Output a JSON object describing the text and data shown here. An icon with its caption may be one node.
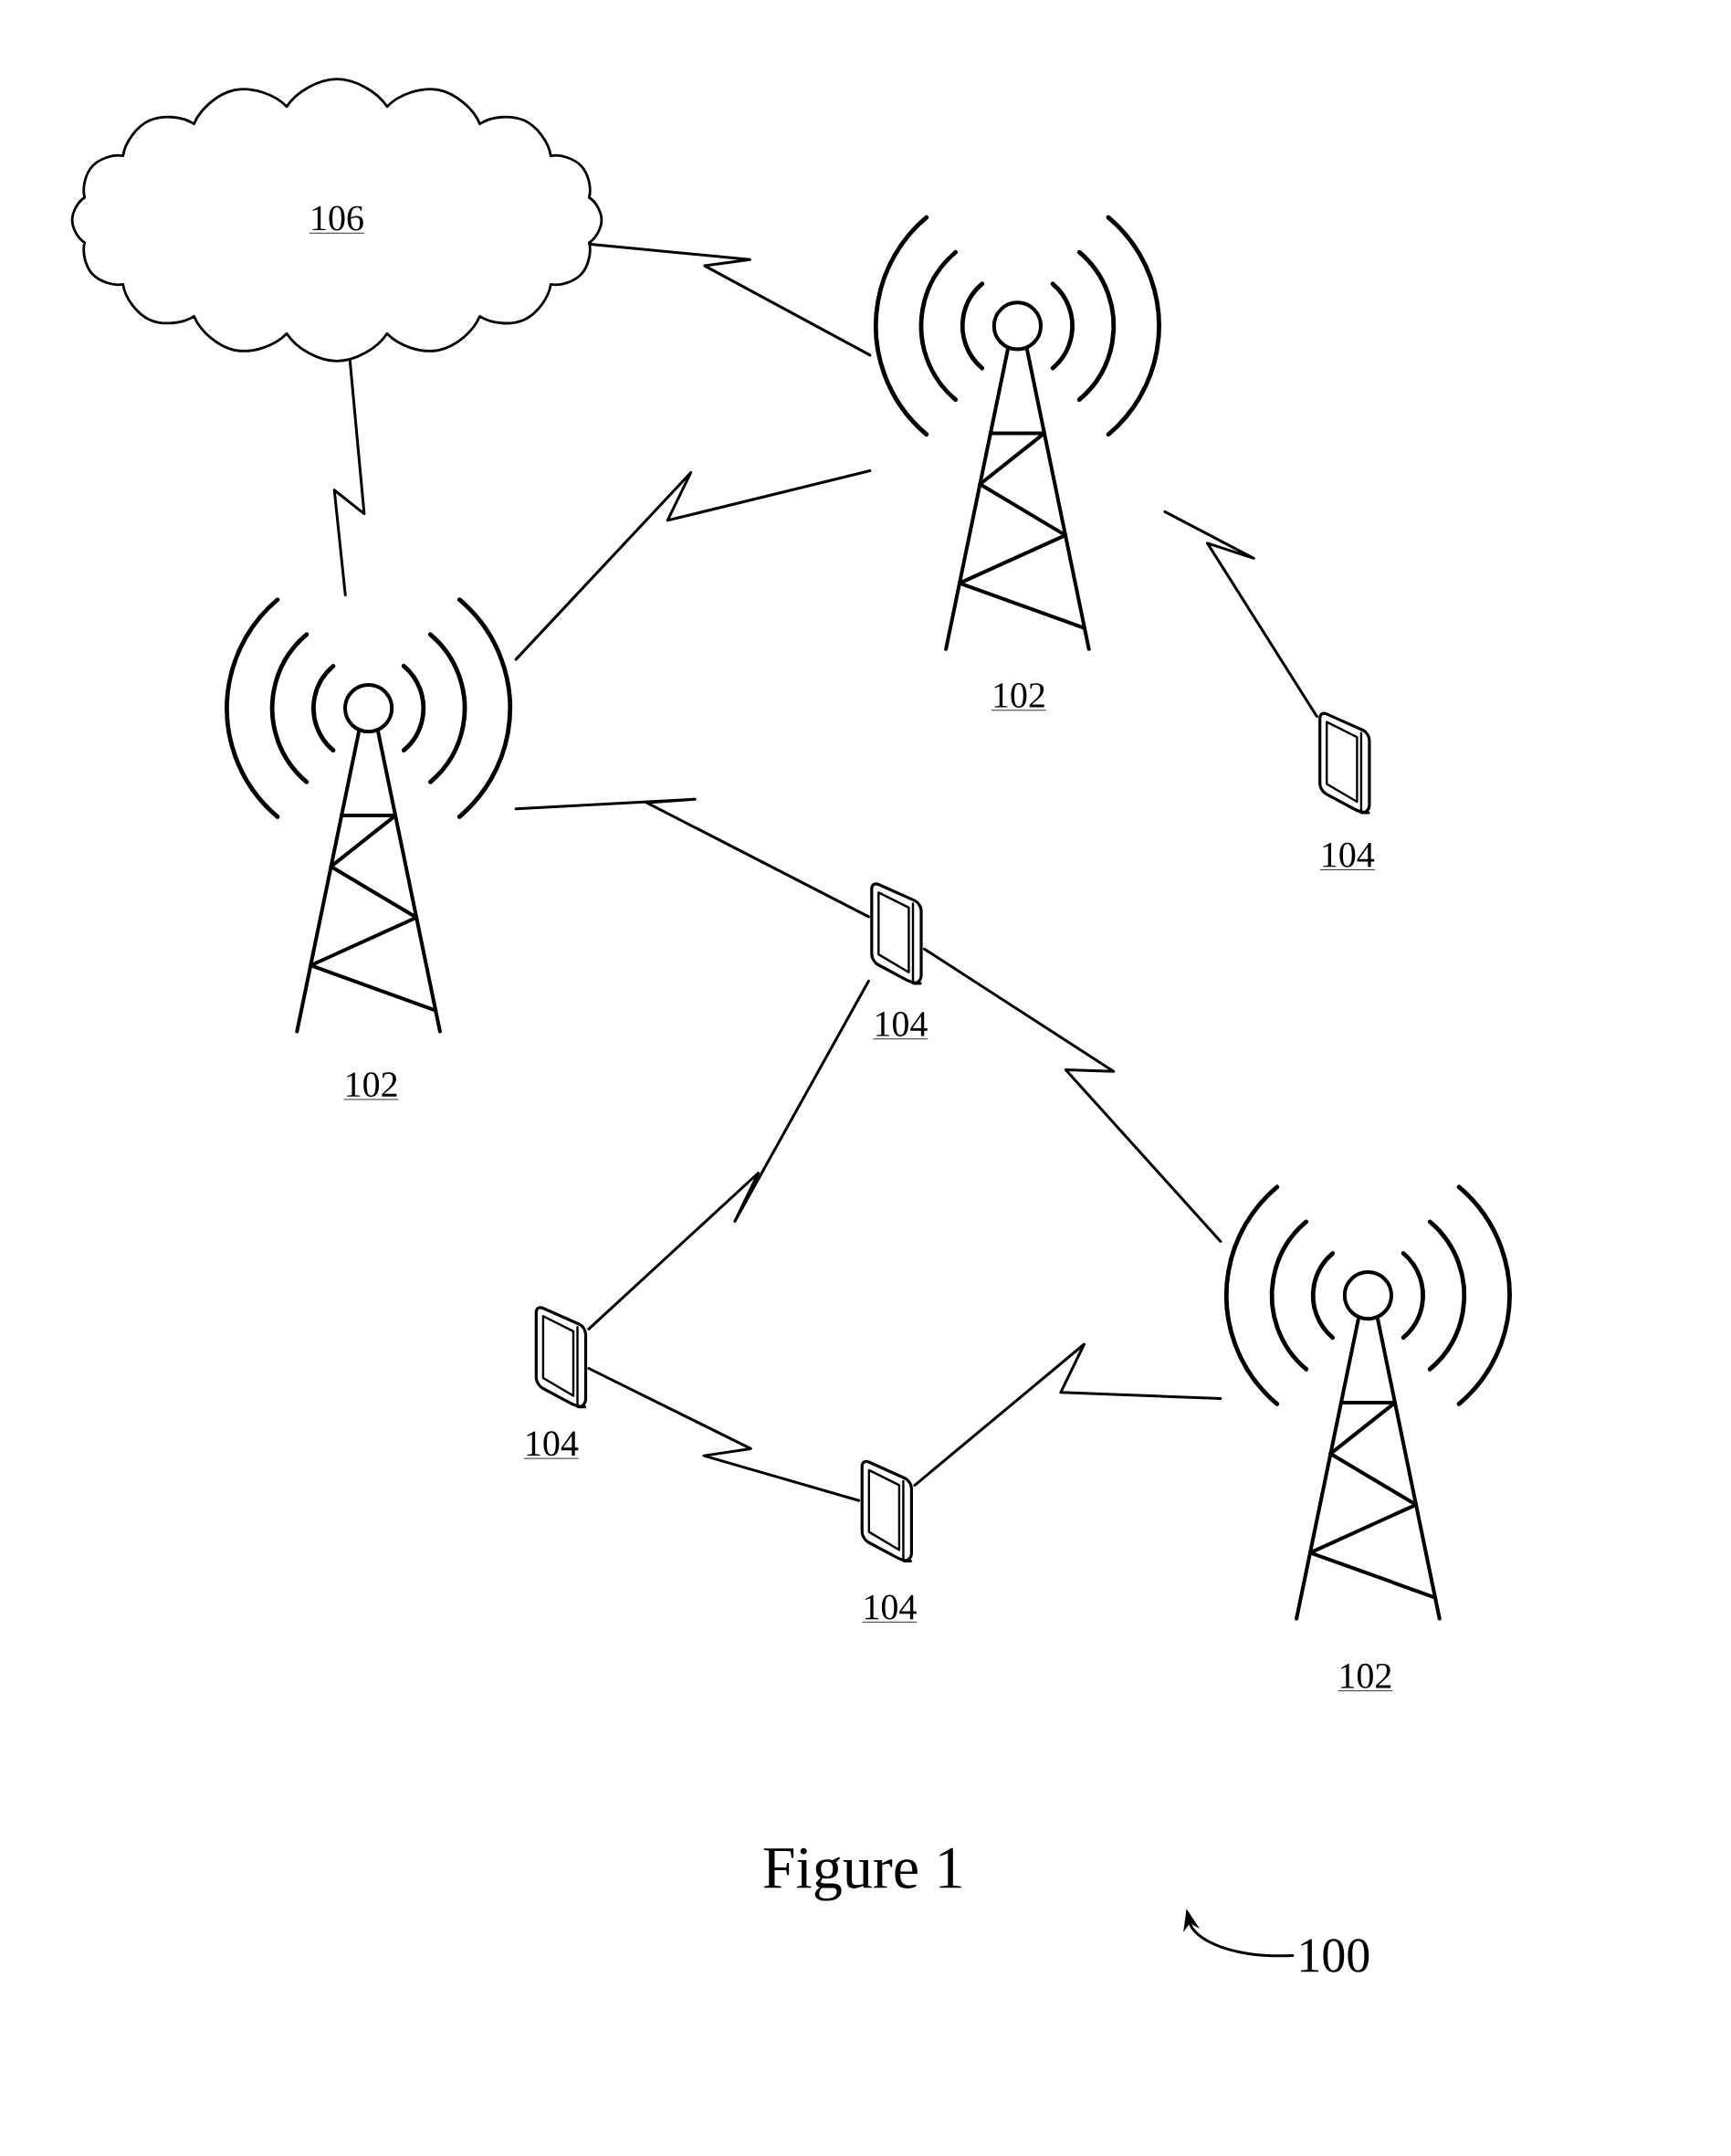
{
  "diagram": {
    "caption": "Figure 1",
    "nodes": [
      {
        "text": [
          "106"
        ]
      },
      {
        "text": [],
        "shape": "tower",
        "beside": [
          "102"
        ]
      },
      {
        "text": [],
        "shape": "tower",
        "beside": [
          "102"
        ]
      },
      {
        "text": [],
        "shape": "phone",
        "beside": [
          "104"
        ]
      },
      {
        "text": [],
        "shape": "phone",
        "beside": [
          "104"
        ]
      },
      {
        "text": [],
        "shape": "tower",
        "beside": [
          "102"
        ]
      },
      {
        "text": [],
        "shape": "phone",
        "beside": [
          "104"
        ]
      },
      {
        "text": [],
        "shape": "phone",
        "beside": [
          "104"
        ]
      },
      {
        "text": [
          "100"
        ]
      }
    ],
    "edges": [
      {
        "from": 0,
        "to": 1,
        "arrow": "none"
      },
      {
        "from": 0,
        "to": 2,
        "arrow": "none"
      },
      {
        "from": 2,
        "to": 1,
        "arrow": "none"
      },
      {
        "from": 1,
        "to": 3,
        "arrow": "none"
      },
      {
        "from": 2,
        "to": 4,
        "arrow": "none"
      },
      {
        "from": 4,
        "to": 5,
        "arrow": "none"
      },
      {
        "from": 6,
        "to": 4,
        "arrow": "none"
      },
      {
        "from": 6,
        "to": 7,
        "arrow": "none"
      },
      {
        "from": 7,
        "to": 5,
        "arrow": "none"
      },
      {
        "from": 8,
        "to": null,
        "arrow": "to"
      }
    ]
  }
}
